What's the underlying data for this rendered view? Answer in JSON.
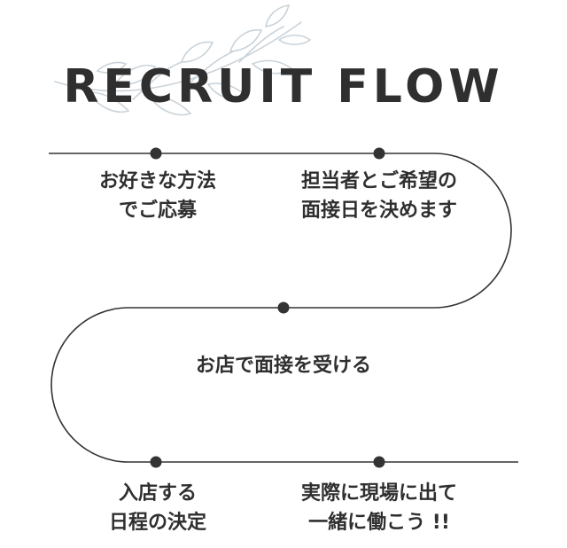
{
  "title": "RECRUIT FLOW",
  "steps": [
    {
      "lines": [
        "お好きな方法",
        "でご応募"
      ]
    },
    {
      "lines": [
        "担当者とご希望の",
        "面接日を決めます"
      ]
    },
    {
      "lines": [
        "お店で面接を受ける"
      ]
    },
    {
      "lines": [
        "入店する",
        "日程の決定"
      ]
    },
    {
      "lines": [
        "実際に現場に出て",
        "一緒に働こう !!"
      ]
    }
  ],
  "colors": {
    "line": "#333333",
    "dot": "#333333",
    "leaf": "#c9d3da",
    "text": "#2f2f2f"
  },
  "decoration": "leaf-branch"
}
